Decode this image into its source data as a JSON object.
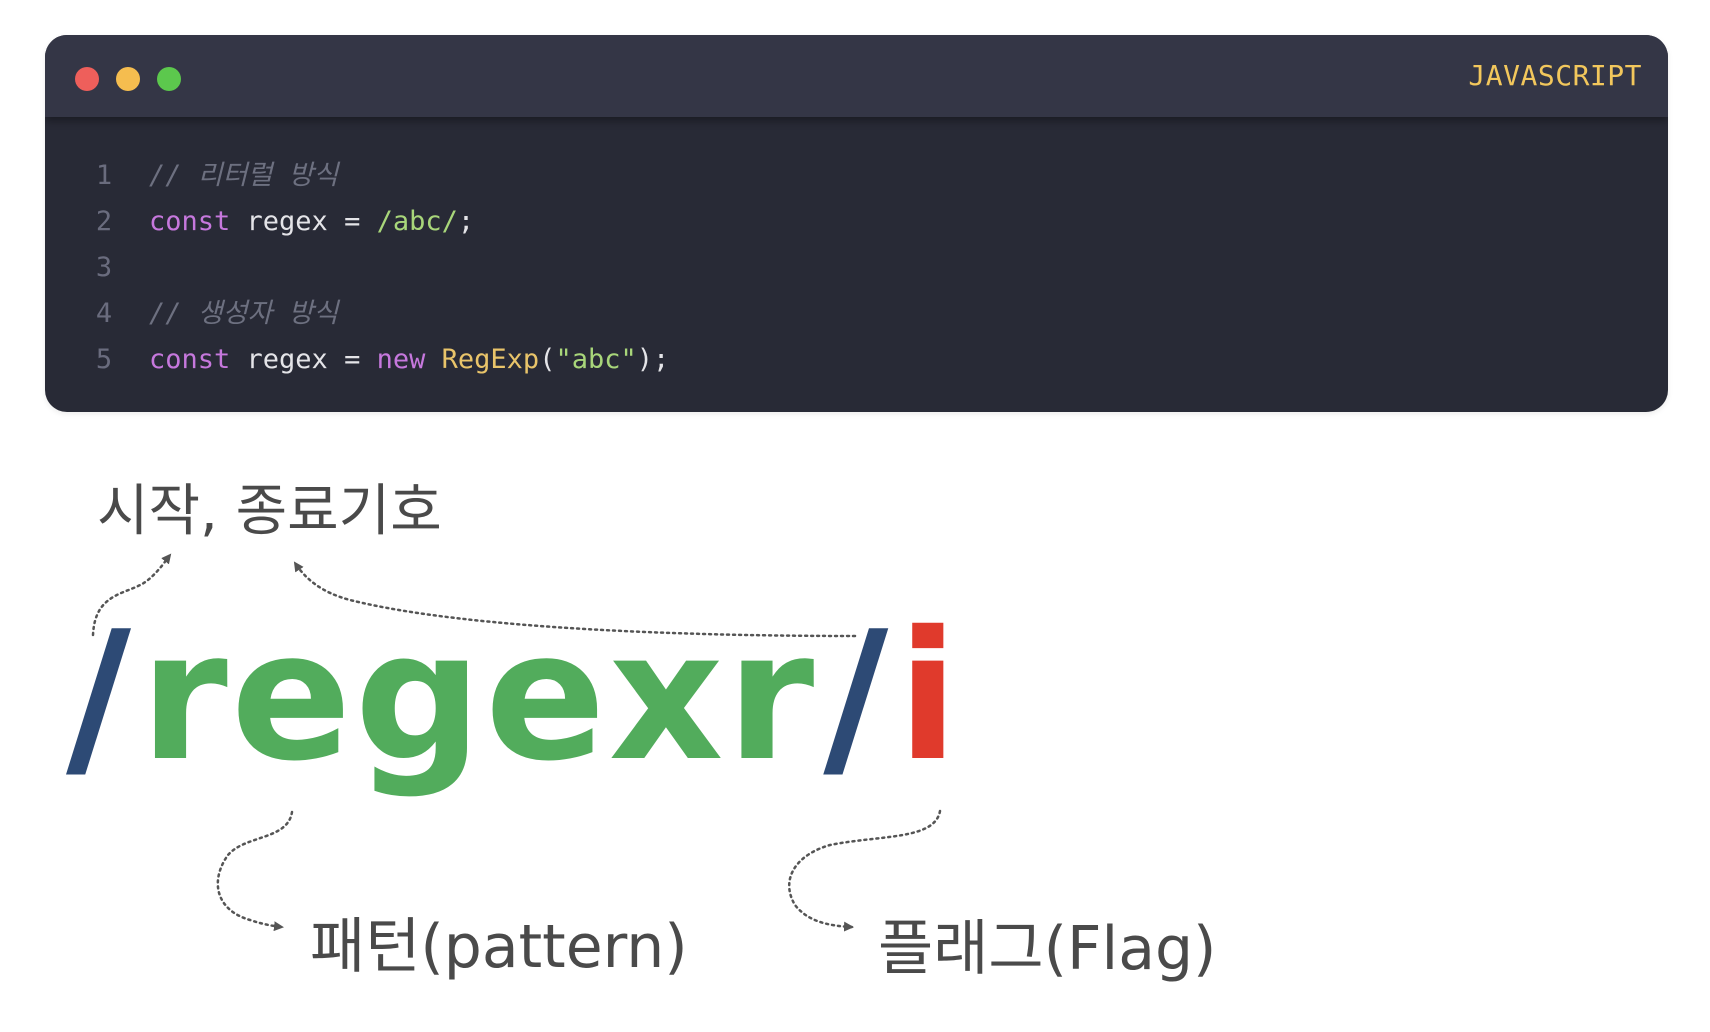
{
  "window": {
    "language": "JAVASCRIPT",
    "traffic_lights": [
      "#ee5f5b",
      "#f5bd4f",
      "#5cc84d"
    ],
    "colors": {
      "background": "#282a36",
      "title_bar": "#343646",
      "language_label": "#f2c75c",
      "line_number": "#6a6c7e",
      "comment": "#6d7080",
      "keyword": "#c678dd",
      "identifier": "#e4e4e8",
      "regex_literal": "#a8d67a",
      "class_name": "#e9c46a",
      "string": "#a8d67a",
      "punct": "#e4e4e8"
    }
  },
  "code": {
    "lines": [
      {
        "number": "1",
        "tokens": [
          {
            "text": "// 리터럴 방식",
            "kind": "comment"
          }
        ]
      },
      {
        "number": "2",
        "tokens": [
          {
            "text": "const",
            "kind": "keyword"
          },
          {
            "text": " regex = ",
            "kind": "identifier"
          },
          {
            "text": "/abc/",
            "kind": "regex_literal"
          },
          {
            "text": ";",
            "kind": "punct"
          }
        ]
      },
      {
        "number": "3",
        "tokens": []
      },
      {
        "number": "4",
        "tokens": [
          {
            "text": "// 생성자 방식",
            "kind": "comment"
          }
        ]
      },
      {
        "number": "5",
        "tokens": [
          {
            "text": "const",
            "kind": "keyword"
          },
          {
            "text": " regex = ",
            "kind": "identifier"
          },
          {
            "text": "new",
            "kind": "keyword"
          },
          {
            "text": " ",
            "kind": "identifier"
          },
          {
            "text": "RegExp",
            "kind": "class_name"
          },
          {
            "text": "(",
            "kind": "punct"
          },
          {
            "text": "\"abc\"",
            "kind": "string"
          },
          {
            "text": ");",
            "kind": "punct"
          }
        ]
      }
    ]
  },
  "diagram": {
    "delimiter_label": "시작, 종료기호",
    "pattern_label": "패턴(pattern)",
    "flag_label": "플래그(Flag)",
    "regex_parts": [
      {
        "text": "/",
        "role": "delimiter",
        "color": "#2d4a75"
      },
      {
        "text": "regexr",
        "role": "pattern",
        "color": "#52ac5c"
      },
      {
        "text": "/",
        "role": "delimiter",
        "color": "#2d4a75"
      },
      {
        "text": "i",
        "role": "flag",
        "color": "#e03a2c"
      }
    ],
    "arrow_color": "#555555"
  }
}
